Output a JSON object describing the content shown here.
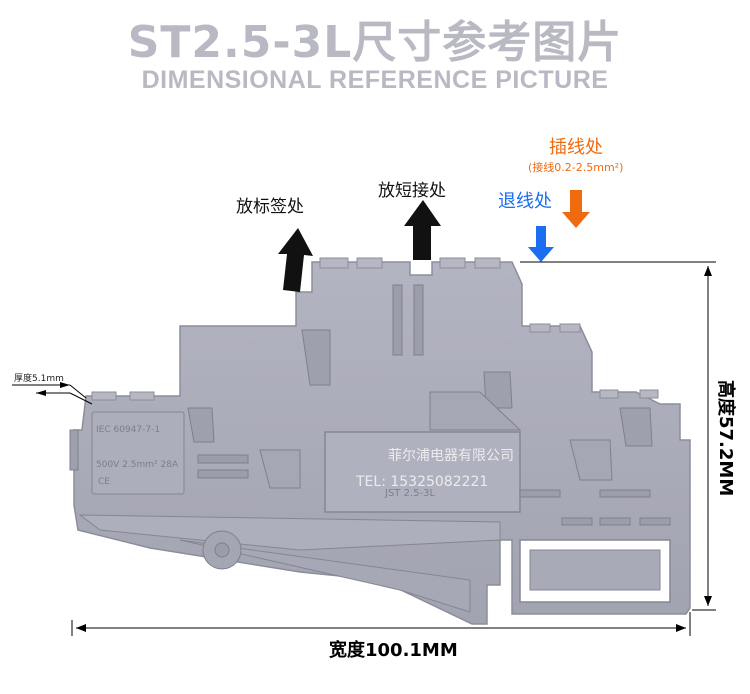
{
  "header": {
    "title": "ST2.5-3L尺寸参考图片",
    "subtitle": "DIMENSIONAL REFERENCE PICTURE"
  },
  "callouts": {
    "marker_label": "放标签处",
    "short_label": "放短接处",
    "insert_label": "插线处",
    "insert_sub": "(接线0.2-2.5mm²)",
    "release_label": "退线处",
    "thickness_label": "厚度5.1mm"
  },
  "dimensions": {
    "width_label": "宽度100.1MM",
    "height_label": "高度57.2MM"
  },
  "product_marks": {
    "standard": "IEC 60947-7-1",
    "rating": "500V 2.5mm² 28A",
    "ce": "CE",
    "model": "JST 2.5-3L"
  },
  "watermark": {
    "company": "菲尔浦电器有限公司",
    "phone": "TEL: 15325082221"
  },
  "colors": {
    "title_gray": "#b9b9c4",
    "body_gray": "#a9aab7",
    "blue_arrow": "#1b6df2",
    "orange_arrow": "#f06a10"
  }
}
